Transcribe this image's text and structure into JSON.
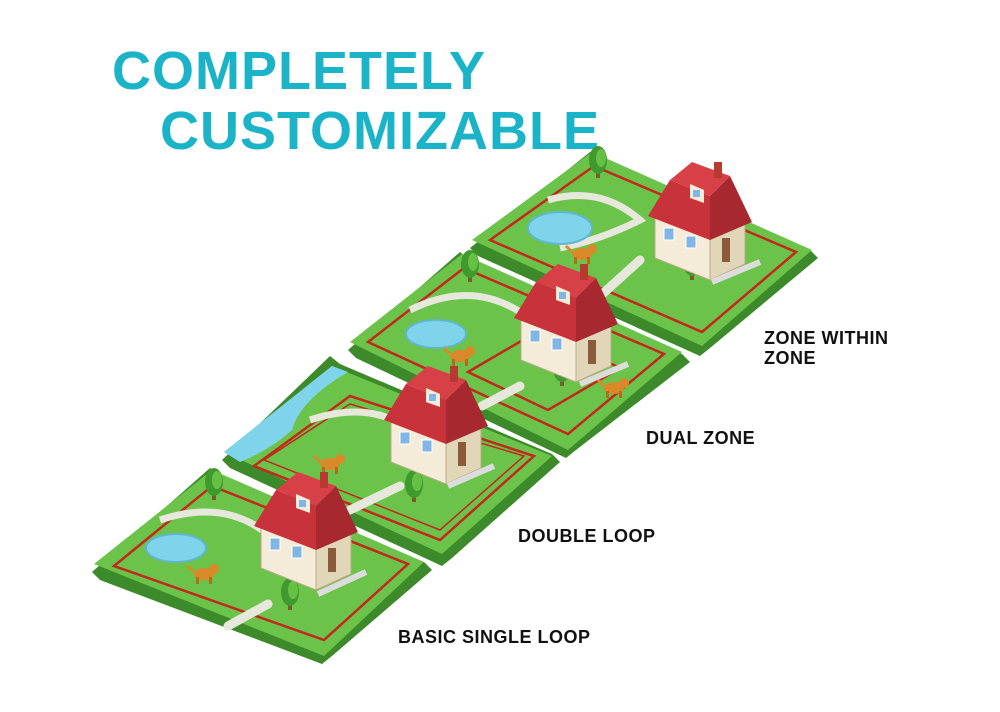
{
  "headline": {
    "line1": "COMPLETELY",
    "line2": "CUSTOMIZABLE"
  },
  "layouts": [
    {
      "label": "ZONE WITHIN ZONE",
      "label_lines": [
        "ZONE WITHIN",
        "ZONE"
      ]
    },
    {
      "label": "DUAL ZONE"
    },
    {
      "label": "DOUBLE LOOP"
    },
    {
      "label": "BASIC SINGLE LOOP"
    }
  ],
  "colors": {
    "headline": "#1ab3c8",
    "grass": "#6cc34a",
    "grass_dark": "#3c8a2a",
    "wire": "#c2281c",
    "path": "#e6e8dc",
    "pond": "#7fd3ea",
    "roof": "#c8323a",
    "wall": "#f4ecd8"
  },
  "icons": [
    "house-icon",
    "pond-icon",
    "dog-icon",
    "tree-icon",
    "fence-icon"
  ]
}
